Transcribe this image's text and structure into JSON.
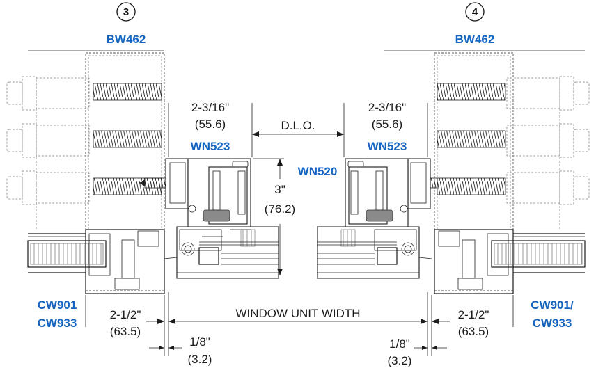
{
  "colors": {
    "part_label": "#1565c0",
    "line": "#1a1a1a",
    "gasket": "#8a8a8a"
  },
  "mullions": {
    "left": {
      "number": "3",
      "label": "BW462"
    },
    "right": {
      "number": "4",
      "label": "BW462"
    }
  },
  "parts": {
    "wn523_left": "WN523",
    "wn523_right": "WN523",
    "wn520": "WN520",
    "cw_left_line1": "CW901",
    "cw_left_line2": "CW933",
    "cw_right_line1": "CW901/",
    "cw_right_line2": "CW933"
  },
  "dimensions": {
    "frame_left": {
      "imperial": "2-3/16\"",
      "metric": "(55.6)"
    },
    "frame_right": {
      "imperial": "2-3/16\"",
      "metric": "(55.6)"
    },
    "dlo": "D.L.O.",
    "height": {
      "imperial": "3\"",
      "metric": "(76.2)"
    },
    "sill_left": {
      "imperial": "2-1/2\"",
      "metric": "(63.5)"
    },
    "sill_right": {
      "imperial": "2-1/2\"",
      "metric": "(63.5)"
    },
    "window_width": "WINDOW UNIT WIDTH",
    "gap_left": {
      "imperial": "1/8\"",
      "metric": "(3.2)"
    },
    "gap_right": {
      "imperial": "1/8\"",
      "metric": "(3.2)"
    }
  }
}
